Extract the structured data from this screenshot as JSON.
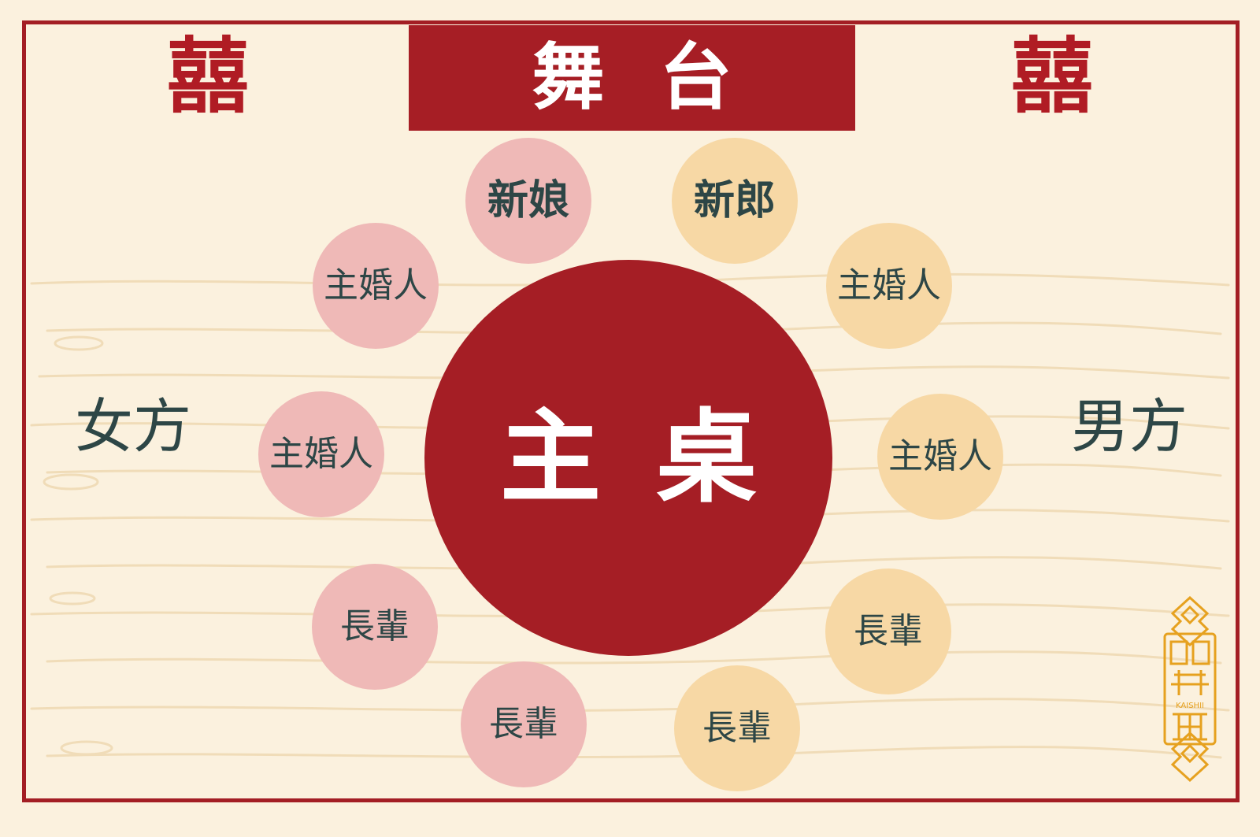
{
  "stage": {
    "label": "舞台"
  },
  "double_happiness": {
    "left": "囍",
    "right": "囍"
  },
  "main_table": {
    "label": "主桌"
  },
  "sides": {
    "bride_side": "女方",
    "groom_side": "男方"
  },
  "seats": {
    "bride": [
      "新娘",
      "主婚人",
      "主婚人",
      "長輩",
      "長輩"
    ],
    "groom": [
      "新郎",
      "主婚人",
      "主婚人",
      "長輩",
      "長輩"
    ]
  },
  "brand": {
    "text": "KAISHII"
  },
  "colors": {
    "red": "#a61e25",
    "bride_seat": "#efb9b7",
    "groom_seat": "#f7d8a5",
    "text_dark": "#2d4646",
    "background": "#fbf1de",
    "brand_gold": "#e6a11f"
  }
}
